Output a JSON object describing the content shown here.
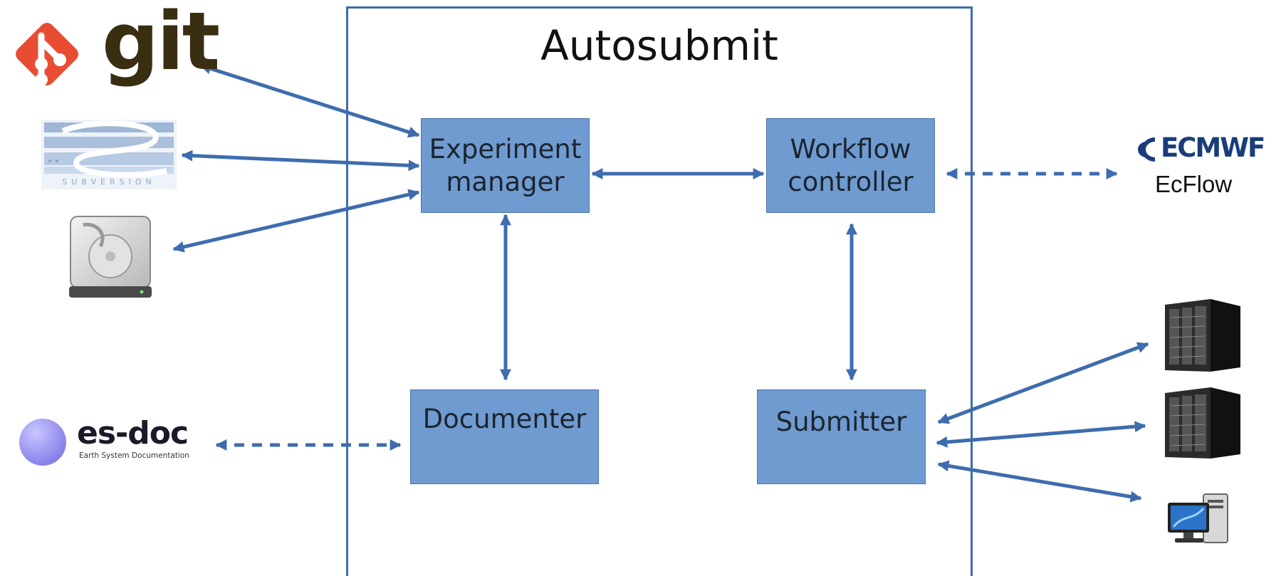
{
  "title": "Autosubmit",
  "components": {
    "experiment_manager": [
      "Experiment",
      "manager"
    ],
    "workflow_controller": [
      "Workflow",
      "controller"
    ],
    "documenter": [
      "Documenter"
    ],
    "submitter": [
      "Submitter"
    ]
  },
  "logos": {
    "git": "git",
    "subversion": "SUBVERSION",
    "esdoc_title": "es-doc",
    "esdoc_subtitle": "Earth System Documentation",
    "ecmwf": "ECMWF",
    "ecflow": "EcFlow"
  },
  "icons": {
    "hard_drive": "hard-drive-icon",
    "servers": [
      "server-rack-icon",
      "server-rack-icon"
    ],
    "workstation": "desktop-computer-icon"
  },
  "colors": {
    "box_fill": "#6f9bd0",
    "arrow": "#3e6cae",
    "frame": "#3e6cae"
  }
}
